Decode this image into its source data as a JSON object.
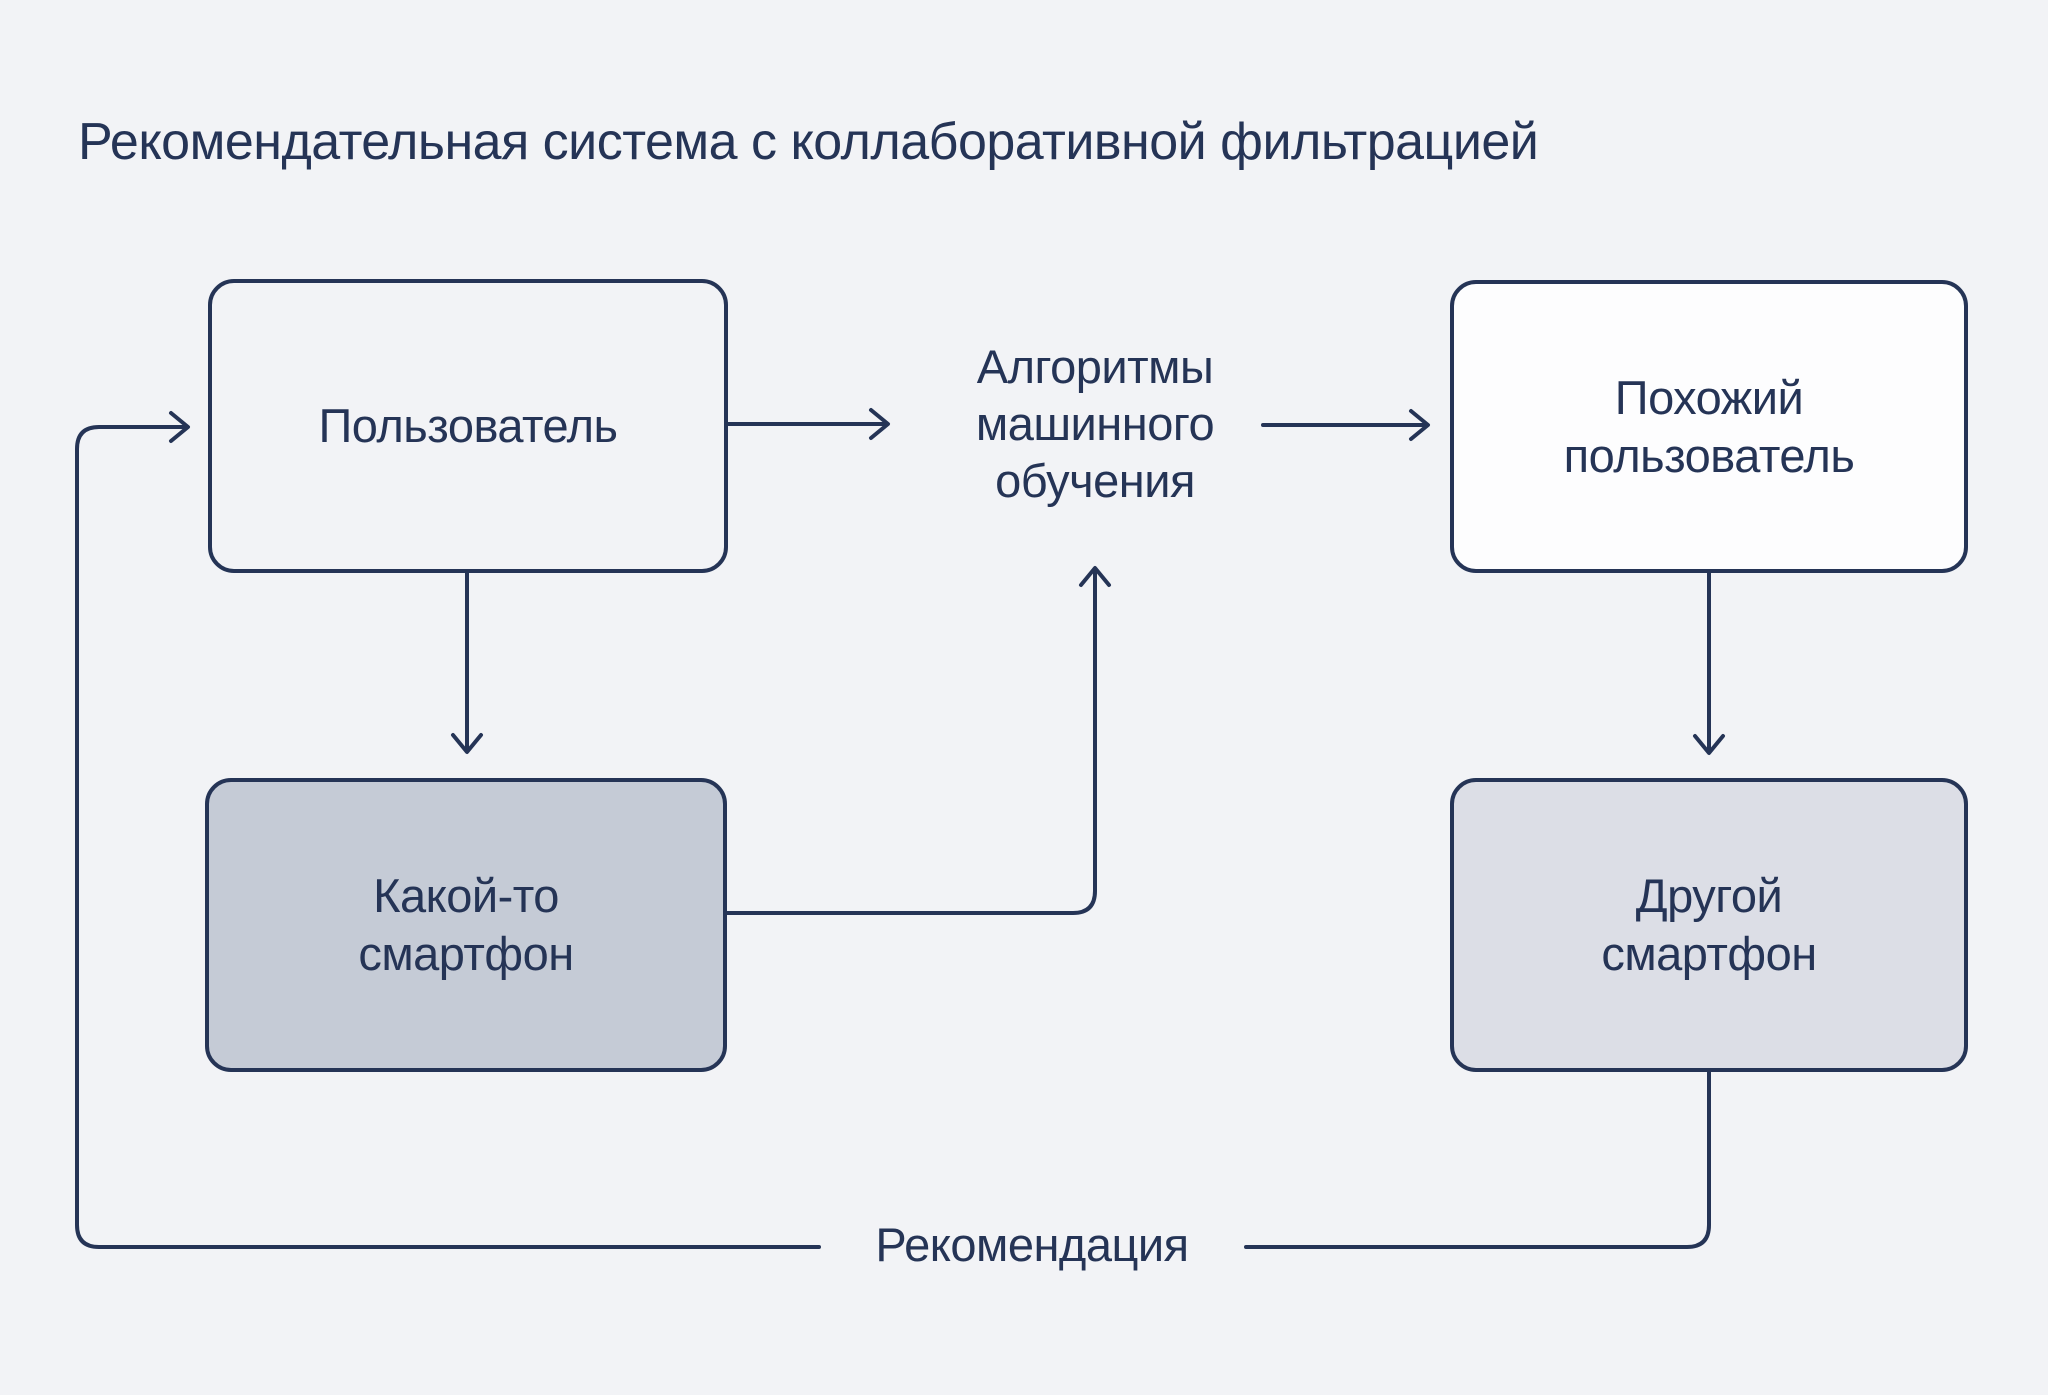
{
  "title": "Рекомендательная система с коллаборативной фильтрацией",
  "nodes": {
    "user": {
      "lines": [
        "Пользователь"
      ]
    },
    "ml_algorithms": {
      "lines": [
        "Алгоритмы",
        "машинного",
        "обучения"
      ]
    },
    "similar_user": {
      "lines": [
        "Похожий",
        "пользователь"
      ]
    },
    "some_smartphone": {
      "lines": [
        "Какой-то",
        "смартфон"
      ]
    },
    "other_smartphone": {
      "lines": [
        "Другой",
        "смартфон"
      ]
    }
  },
  "edge_labels": {
    "recommendation": "Рекомендация"
  },
  "colors": {
    "background": "#f2f3f6",
    "stroke": "#253456",
    "text": "#253456",
    "some_smartphone_fill": "#c5cbd6",
    "other_smartphone_fill": "#dcdee6",
    "similar_user_fill": "#fdfdfe"
  }
}
